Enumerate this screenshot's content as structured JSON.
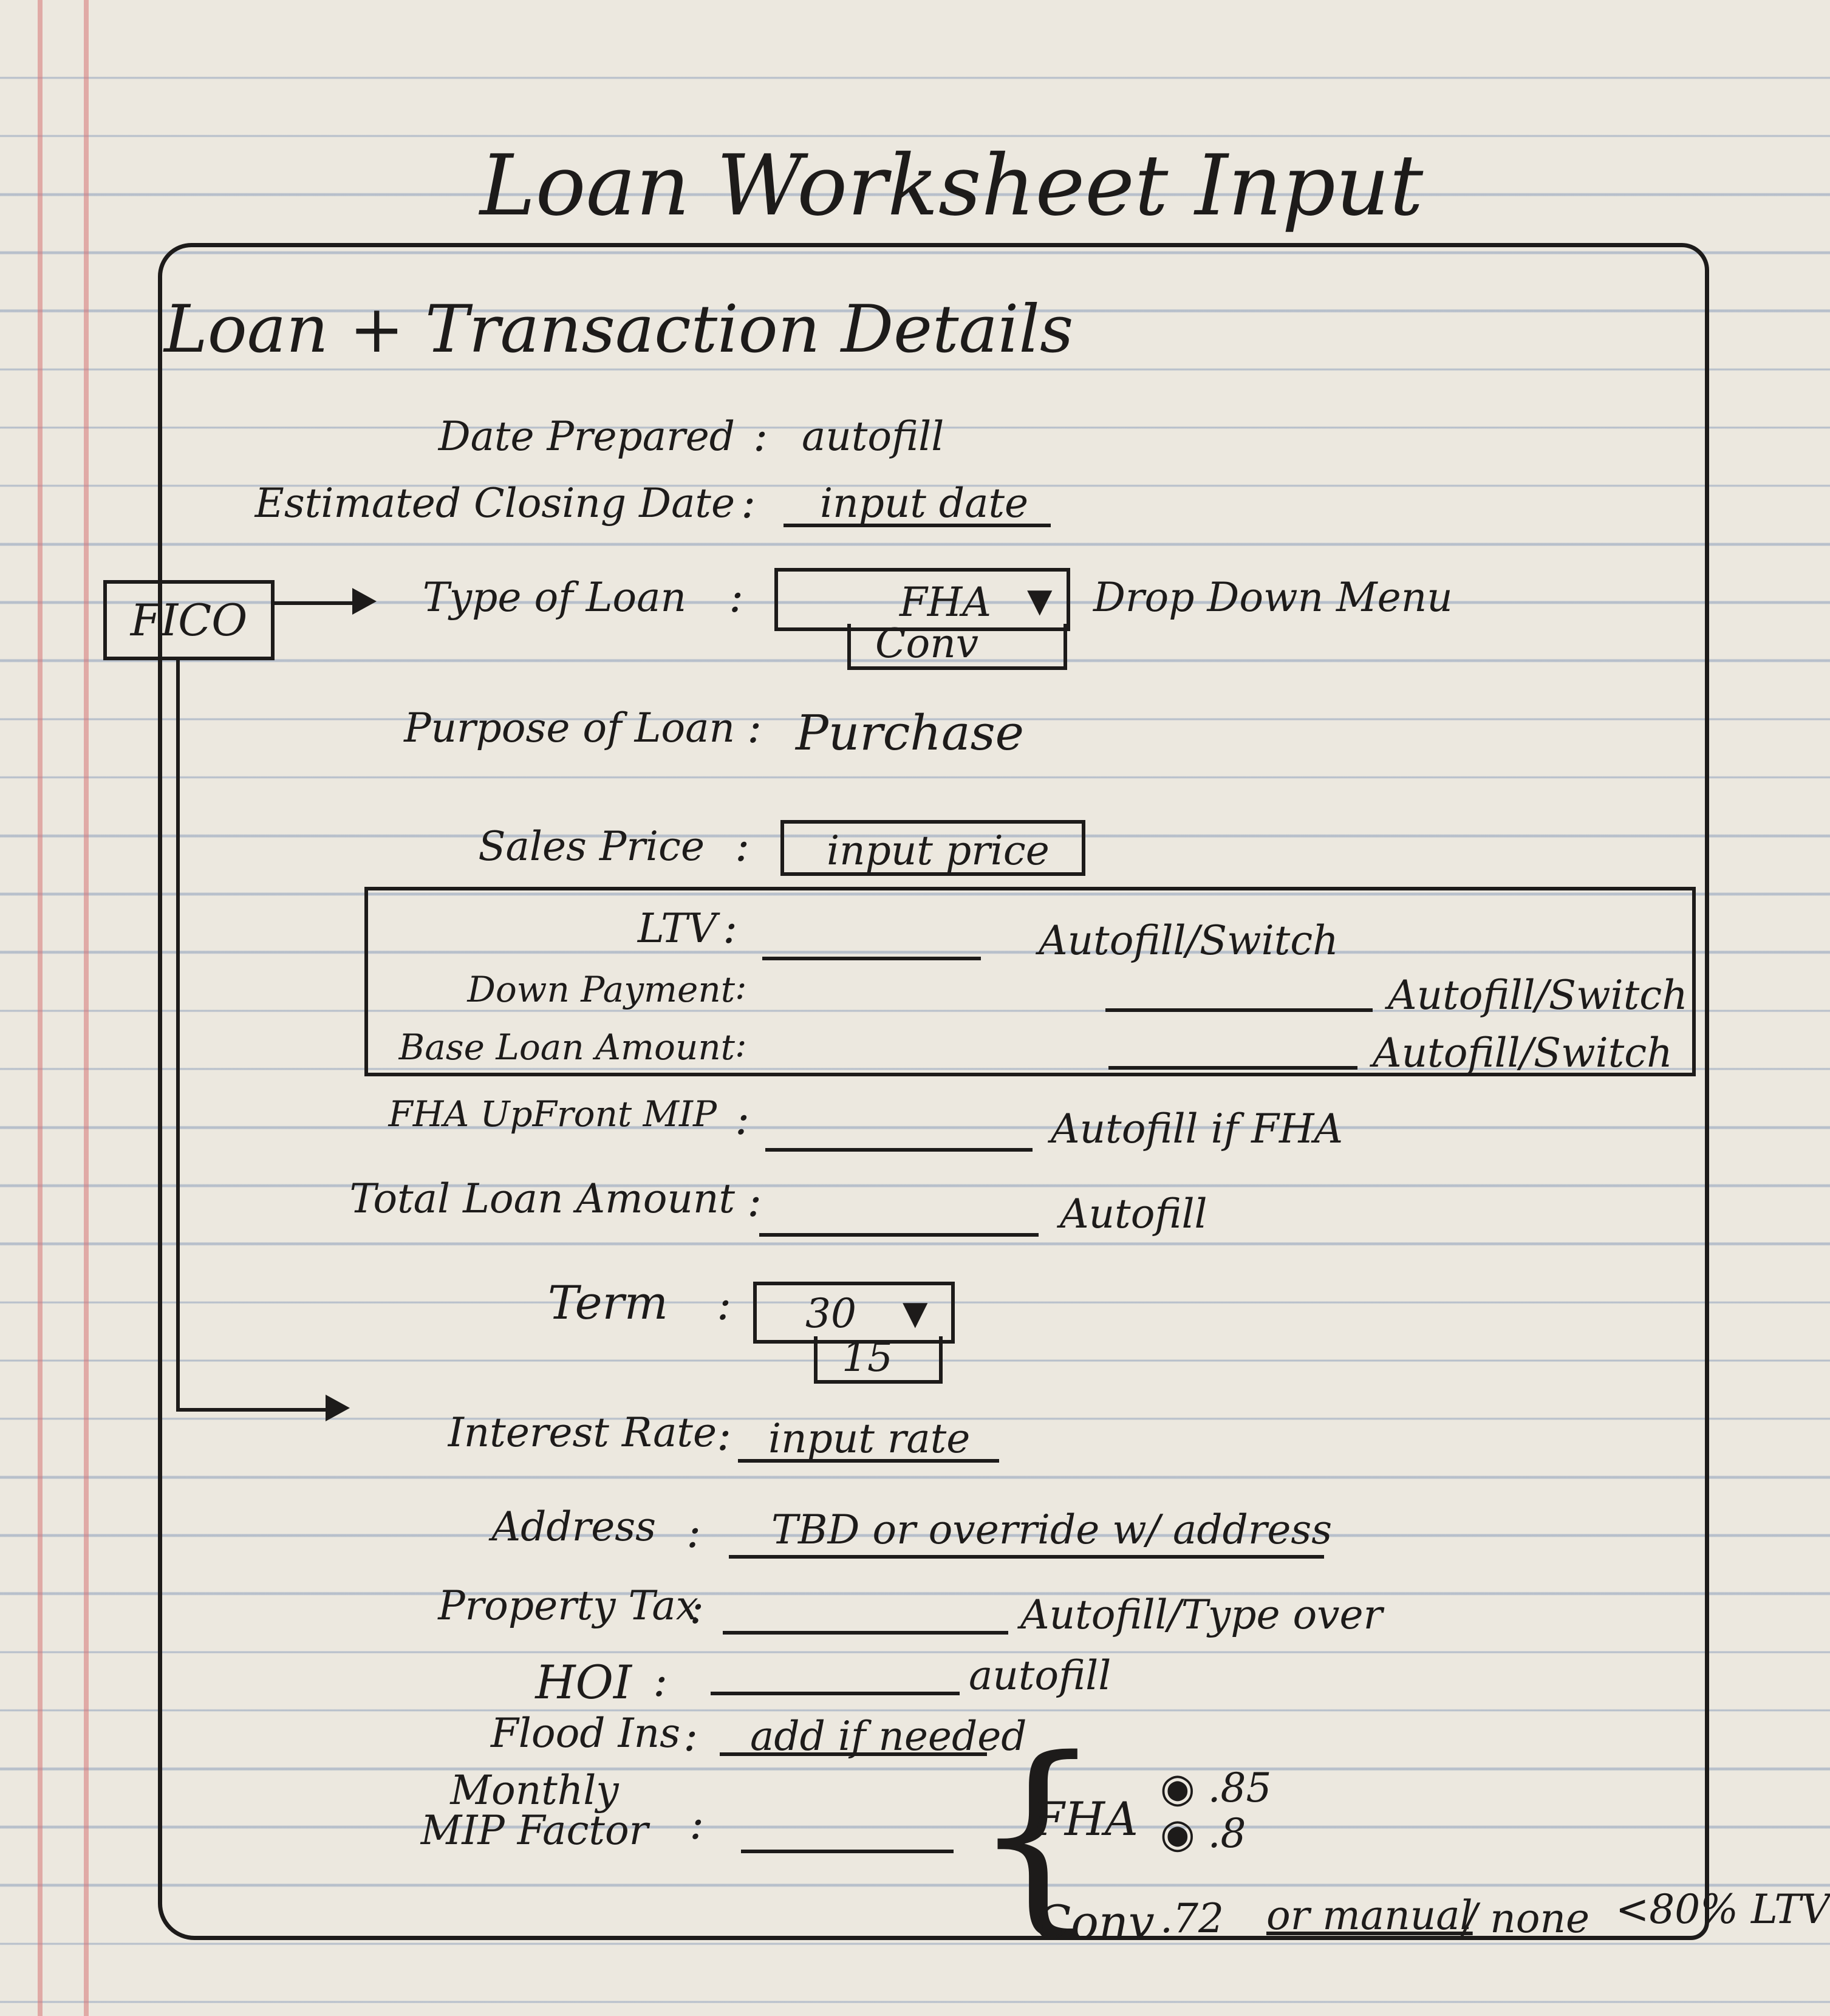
{
  "page": {
    "title": "Loan Worksheet Input",
    "section": "Loan + Transaction Details"
  },
  "fico_box": {
    "label": "FICO"
  },
  "fields": {
    "date_prepared": {
      "label": "Date Prepared",
      "value": "autofill"
    },
    "closing_date": {
      "label": "Estimated Closing Date",
      "value": "input date"
    },
    "loan_type": {
      "label": "Type of Loan",
      "selected": "FHA",
      "options": [
        "FHA",
        "Conv"
      ],
      "note": "Drop Down Menu"
    },
    "purpose": {
      "label": "Purpose of Loan",
      "value": "Purchase"
    },
    "sales_price": {
      "label": "Sales Price",
      "value": "input price"
    },
    "ltv": {
      "label": "LTV",
      "note": "Autofill/Switch"
    },
    "down_payment": {
      "label": "Down Payment",
      "note": "Autofill/Switch"
    },
    "base_loan": {
      "label": "Base Loan Amount",
      "note": "Autofill/Switch"
    },
    "fha_mip": {
      "label": "FHA UpFront MIP",
      "note": "Autofill if FHA"
    },
    "total_loan": {
      "label": "Total Loan Amount",
      "note": "Autofill"
    },
    "term": {
      "label": "Term",
      "selected": "30",
      "options": [
        "30",
        "15"
      ]
    },
    "interest_rate": {
      "label": "Interest Rate",
      "value": "input rate"
    },
    "address": {
      "label": "Address",
      "value": "TBD or override w/ address"
    },
    "property_tax": {
      "label": "Property Tax",
      "note": "Autofill/Type over"
    },
    "hoi": {
      "label": "HOI",
      "note": "autofill"
    },
    "flood_ins": {
      "label": "Flood Ins",
      "value": "add if needed"
    },
    "monthly_mip": {
      "label": "Monthly MIP Factor"
    }
  },
  "mip_options": {
    "fha_label": "FHA",
    "fha_values": [
      ".85",
      ".8"
    ],
    "conv_label": "Conv",
    "conv_value": ".72",
    "conv_manual": "or manual",
    "conv_none": "/ none",
    "conv_note": "<80% LTV"
  },
  "colon": ":"
}
